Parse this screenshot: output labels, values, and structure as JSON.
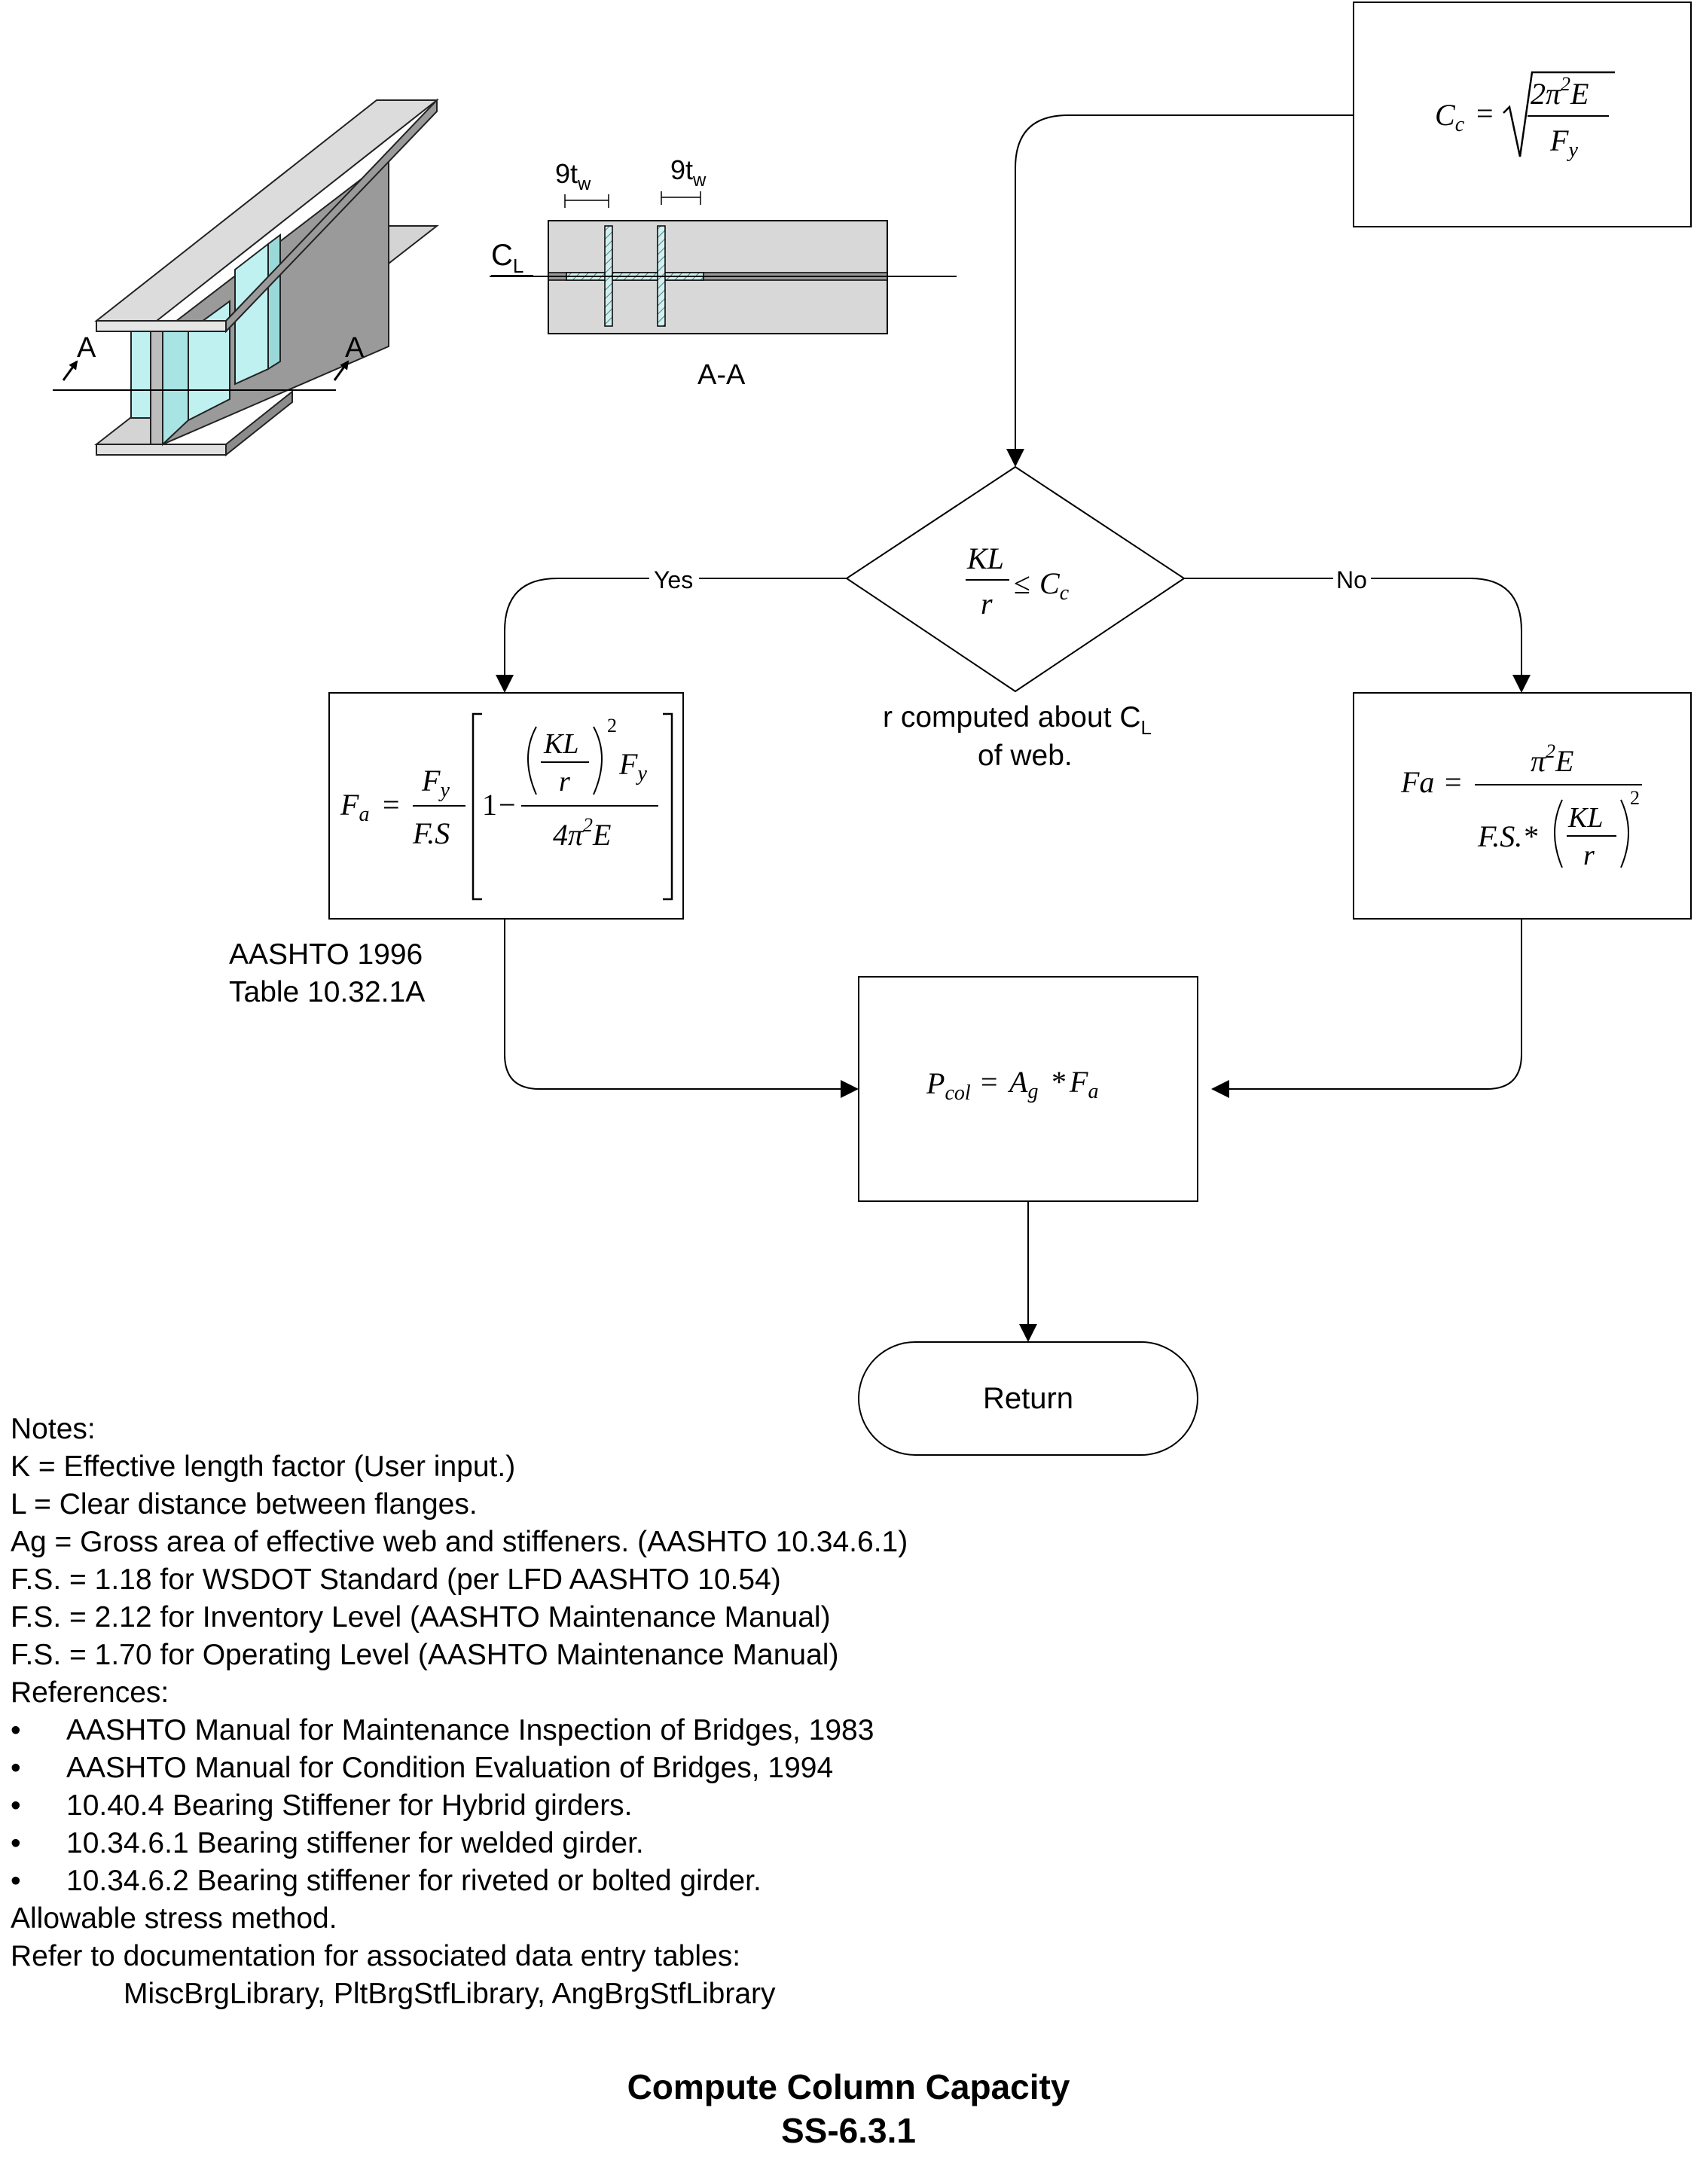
{
  "diagram": {
    "iso_labels": {
      "left_a": "A",
      "right_a": "A"
    },
    "section": {
      "dim_left": "9t",
      "dim_left_sub": "w",
      "dim_right": "9t",
      "dim_right_sub": "w",
      "cl": "C",
      "cl_sub": "L",
      "caption": "A-A"
    },
    "cc_box": {
      "lhs": "C",
      "lhs_sub": "c",
      "eq": "=",
      "num": "2π",
      "num_sup": "2",
      "num_tail": "E",
      "den": "F",
      "den_sub": "y"
    },
    "decision": {
      "num": "KL",
      "den": "r",
      "rel": "≤",
      "rhs": "C",
      "rhs_sub": "c",
      "yes_label": "Yes",
      "no_label": "No",
      "note_line1": "r computed about C",
      "note_line1_sub": "L",
      "note_line2": "of web."
    },
    "fa_left": {
      "lhs": "F",
      "lhs_sub": "a",
      "eq": "=",
      "frac_num": "F",
      "frac_num_sub": "y",
      "frac_den": "F.S",
      "one": "1",
      "minus": "−",
      "inner_num": "KL",
      "inner_den": "r",
      "inner_sup": "2",
      "inner_tail": "F",
      "inner_tail_sub": "y",
      "big_den": "4π",
      "big_den_sup": "2",
      "big_den_tail": "E",
      "ref_line1": "AASHTO 1996",
      "ref_line2": "Table 10.32.1A"
    },
    "fa_right": {
      "lhs": "Fa",
      "eq": "=",
      "num": "π",
      "num_sup": "2",
      "num_tail": "E",
      "den": "F.S.*",
      "inner_num": "KL",
      "inner_den": "r",
      "inner_sup": "2"
    },
    "pcol_box": {
      "lhs": "P",
      "lhs_sub": "col",
      "eq": "=",
      "a": "A",
      "a_sub": "g",
      "op": "*",
      "f": "F",
      "f_sub": "a"
    },
    "terminator": {
      "label": "Return"
    }
  },
  "notes": {
    "heading": "Notes:",
    "lines": [
      "K = Effective length factor (User input.)",
      "L = Clear distance between flanges.",
      "Ag = Gross area of effective web and stiffeners. (AASHTO 10.34.6.1)",
      "F.S. = 1.18 for WSDOT Standard (per LFD AASHTO 10.54)",
      "F.S. = 2.12 for Inventory Level (AASHTO Maintenance Manual)",
      "F.S. = 1.70 for Operating Level (AASHTO Maintenance Manual)"
    ],
    "references_heading": "References:",
    "bullet_char": "•",
    "references": [
      "AASHTO Manual for Maintenance Inspection of Bridges, 1983",
      "AASHTO Manual for Condition Evaluation of Bridges, 1994",
      "10.40.4 Bearing Stiffener for Hybrid girders.",
      "10.34.6.1 Bearing stiffener for welded girder.",
      "10.34.6.2 Bearing stiffener for riveted or bolted girder."
    ],
    "method": "Allowable stress method.",
    "refer": "Refer to documentation for associated data entry tables:",
    "tables": "MiscBrgLibrary, PltBrgStfLibrary, AngBrgStfLibrary"
  },
  "footer": {
    "title": "Compute Column Capacity",
    "code": "SS-6.3.1"
  }
}
